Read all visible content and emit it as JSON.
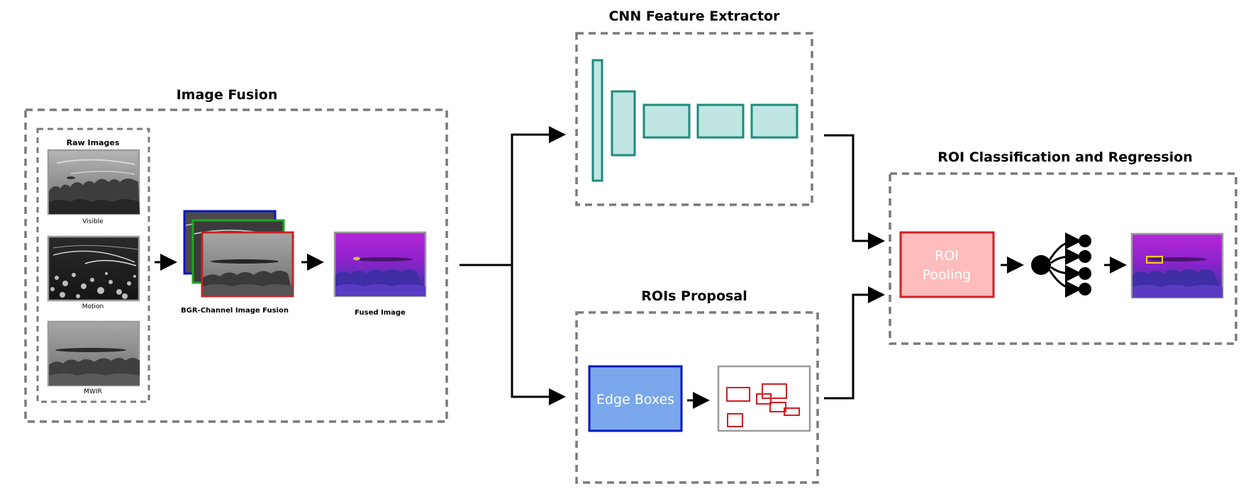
{
  "sections": {
    "image_fusion": "Image Fusion",
    "cnn": "CNN Feature Extractor",
    "rois": "ROIs Proposal",
    "roi_cls": "ROI Classification and Regression"
  },
  "image_fusion": {
    "raw_images_label": "Raw Images",
    "raw": [
      "Visible",
      "Motion",
      "MWIR"
    ],
    "fusion_label": "BGR-Channel Image Fusion",
    "fused_label": "Fused Image"
  },
  "rois_proposal": {
    "edge_boxes_label": "Edge Boxes"
  },
  "roi_cls": {
    "pooling_line1": "ROI",
    "pooling_line2": "Pooling"
  },
  "colors": {
    "dash_border": "#7a7a7a",
    "teal": "#1e8b7d",
    "teal_fill": "#bfe6e0",
    "blue": "#0a18c0",
    "blue_fill": "#7aa7ec",
    "red": "#d01f24",
    "pink_fill": "#ffbcbc",
    "green": "#1fa51f",
    "purple": "#8c1ed6",
    "yellow": "#f5cf10"
  }
}
